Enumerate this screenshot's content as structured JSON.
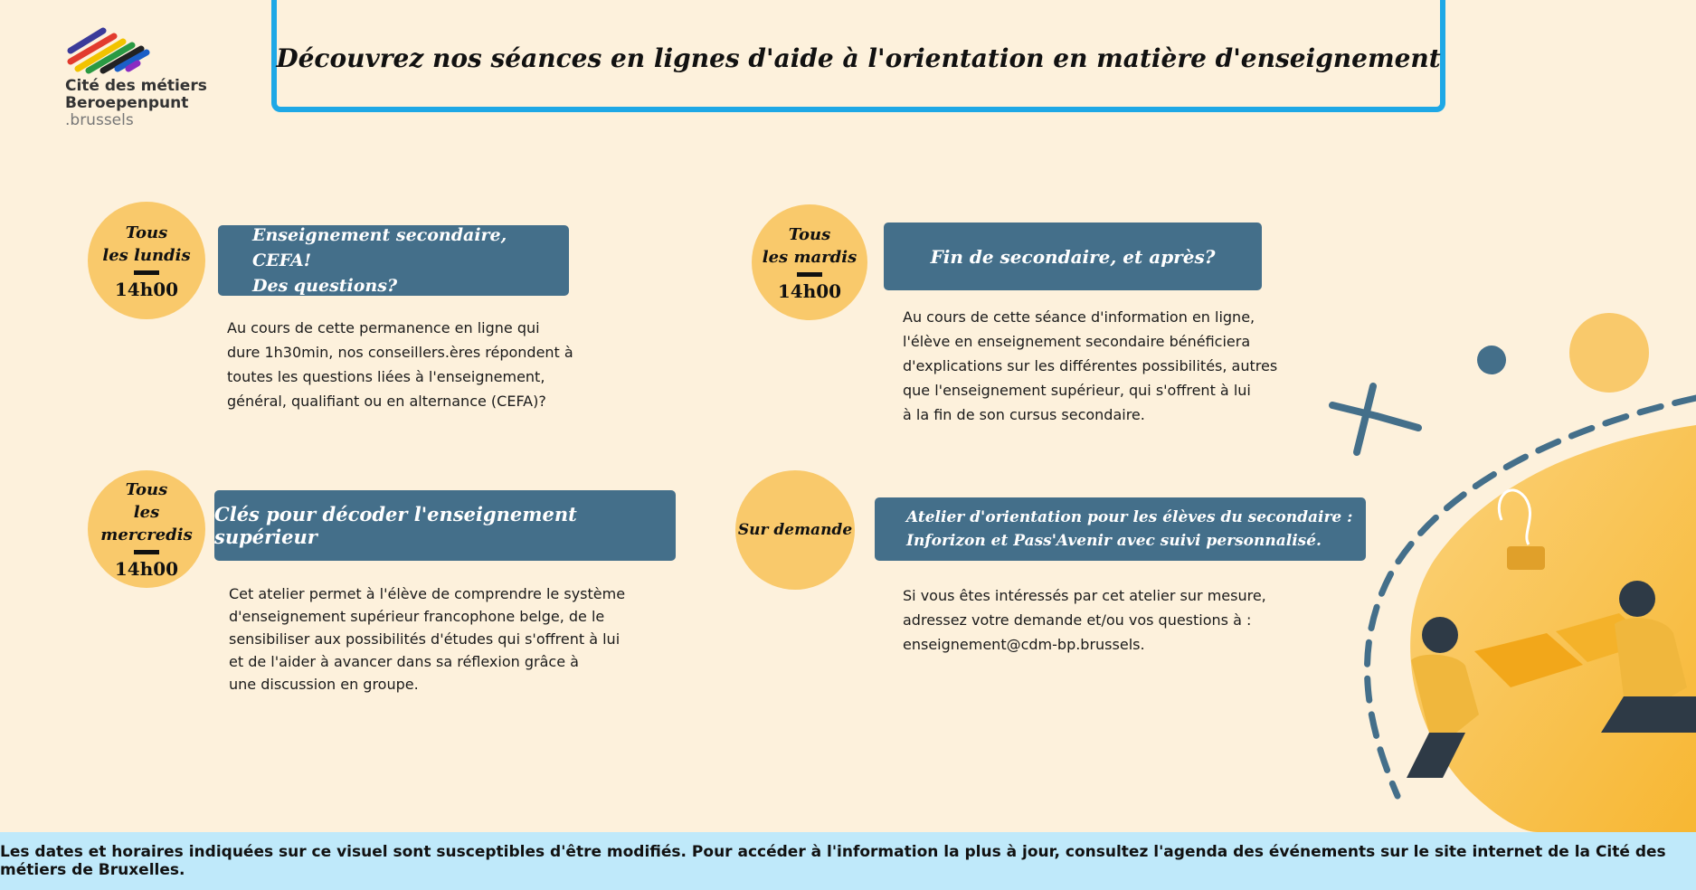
{
  "logo": {
    "line1": "Cité des métiers",
    "line2": "Beroepenpunt",
    "line3": ".brussels"
  },
  "title": "Découvrez nos séances en lignes d'aide à l'orientation en  matière d'enseignement",
  "sessions": [
    {
      "when": [
        "Tous",
        "les lundis"
      ],
      "time": "14h00",
      "header": [
        "Enseignement secondaire, CEFA!",
        "Des questions?"
      ],
      "body": [
        "Au cours de cette permanence en ligne qui",
        "dure 1h30min, nos conseillers.ères répondent à",
        "toutes les questions liées à l'enseignement,",
        "général, qualifiant ou en alternance (CEFA)?"
      ]
    },
    {
      "when": [
        "Tous",
        "les mardis"
      ],
      "time": "14h00",
      "header": [
        "Fin de secondaire, et après?"
      ],
      "body": [
        "Au cours de cette séance d'information en ligne,",
        "l'élève en enseignement secondaire bénéficiera",
        "d'explications sur les différentes possibilités, autres",
        "que l'enseignement supérieur, qui s'offrent à lui",
        "à la fin de son cursus secondaire."
      ]
    },
    {
      "when": [
        "Tous",
        "les mercredis"
      ],
      "time": "14h00",
      "header": [
        "Clés pour décoder l'enseignement supérieur"
      ],
      "body": [
        "Cet atelier permet à l'élève de comprendre le système",
        "d'enseignement supérieur francophone belge, de le",
        "sensibiliser aux possibilités d'études qui s'offrent à lui",
        "et de l'aider à avancer dans sa réflexion grâce à",
        "une discussion en groupe."
      ]
    },
    {
      "when": [
        "Sur demande"
      ],
      "header": [
        "Atelier d'orientation pour les élèves du secondaire :",
        "Inforizon et Pass'Avenir avec suivi personnalisé."
      ],
      "body": [
        "Si vous êtes intéressés par cet atelier sur mesure,",
        "adressez votre demande et/ou vos questions à :",
        "enseignement@cdm-bp.brussels."
      ]
    }
  ],
  "footer": "Les dates et horaires indiquées sur ce visuel sont susceptibles d'être modifiés. Pour accéder à l'information la plus à jour, consultez l'agenda des événements  sur le site internet de la Cité des métiers de Bruxelles.",
  "colors": {
    "background": "#fdf1dc",
    "accent_blue": "#1ea8e6",
    "header_blue": "#446f8a",
    "circle_yellow": "#f9c96b",
    "footer_bg": "#bfe9fa"
  }
}
